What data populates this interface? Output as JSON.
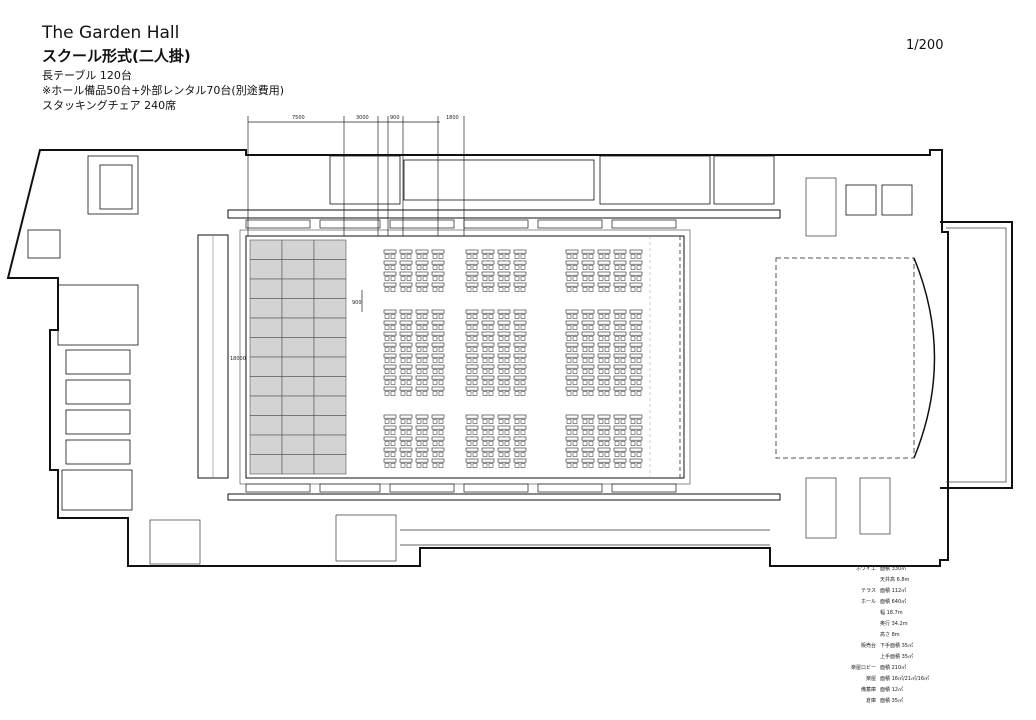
{
  "header": {
    "hall_name": "The Garden Hall",
    "layout_title": "スクール形式(二人掛)",
    "notes": [
      "長テーブル 120台",
      "※ホール備品50台+外部レンタル70台(別途費用)",
      "スタッキングチェア 240席"
    ],
    "scale": "1/200"
  },
  "dimensions": {
    "top": [
      "7500",
      "3000",
      "900",
      "1800"
    ],
    "side": [
      "900"
    ],
    "stage": "18000"
  },
  "legend": [
    {
      "key": "ホワイエ",
      "value": "面積 330㎡"
    },
    {
      "key": "",
      "value": "天井高 6.8m"
    },
    {
      "key": "テラス",
      "value": "面積 112㎡"
    },
    {
      "key": "ホール",
      "value": "面積 640㎡"
    },
    {
      "key": "",
      "value": "幅 18.7m"
    },
    {
      "key": "",
      "value": "奥行 34.2m"
    },
    {
      "key": "",
      "value": "高さ 8m"
    },
    {
      "key": "販売台",
      "value": "下手面積 35㎡"
    },
    {
      "key": "",
      "value": "上手面積 35㎡"
    },
    {
      "key": "楽屋ロビー",
      "value": "面積 210㎡"
    },
    {
      "key": "楽屋",
      "value": "面積 16㎡/21㎡/16㎡"
    },
    {
      "key": "備蓄庫",
      "value": "面積 12㎡"
    },
    {
      "key": "倉庫",
      "value": "面積 35㎡"
    }
  ]
}
